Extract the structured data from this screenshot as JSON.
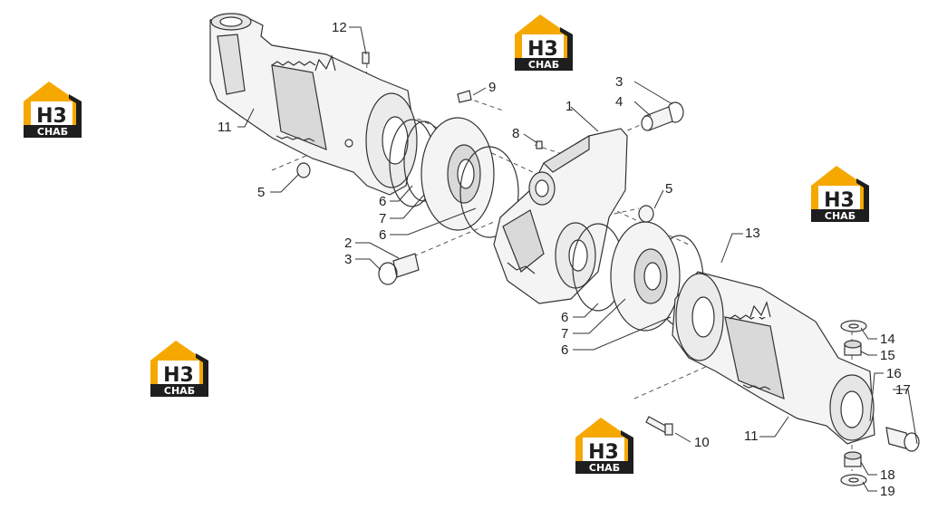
{
  "watermark": {
    "text_top": "Н3",
    "text_bottom": "СНАБ",
    "colors": {
      "gold": "#f5a800",
      "dark": "#1e1e1e",
      "white": "#ffffff"
    }
  },
  "colors": {
    "line": "#333333",
    "part_fill": "#f4f4f4",
    "part_shade": "#d9d9d9"
  },
  "callouts": [
    {
      "id": "c12",
      "text": "12"
    },
    {
      "id": "c9",
      "text": "9"
    },
    {
      "id": "c1",
      "text": "1"
    },
    {
      "id": "c3a",
      "text": "3"
    },
    {
      "id": "c4",
      "text": "4"
    },
    {
      "id": "c8",
      "text": "8"
    },
    {
      "id": "c11a",
      "text": "11"
    },
    {
      "id": "c5a",
      "text": "5"
    },
    {
      "id": "c6a",
      "text": "6"
    },
    {
      "id": "c7a",
      "text": "7"
    },
    {
      "id": "c6b",
      "text": "6"
    },
    {
      "id": "c5b",
      "text": "5"
    },
    {
      "id": "c2",
      "text": "2"
    },
    {
      "id": "c3b",
      "text": "3"
    },
    {
      "id": "c13",
      "text": "13"
    },
    {
      "id": "c6c",
      "text": "6"
    },
    {
      "id": "c7b",
      "text": "7"
    },
    {
      "id": "c6d",
      "text": "6"
    },
    {
      "id": "c14",
      "text": "14"
    },
    {
      "id": "c15",
      "text": "15"
    },
    {
      "id": "c16",
      "text": "16"
    },
    {
      "id": "c17",
      "text": "17"
    },
    {
      "id": "c11b",
      "text": "11"
    },
    {
      "id": "c10",
      "text": "10"
    },
    {
      "id": "c18",
      "text": "18"
    },
    {
      "id": "c19",
      "text": "19"
    }
  ]
}
